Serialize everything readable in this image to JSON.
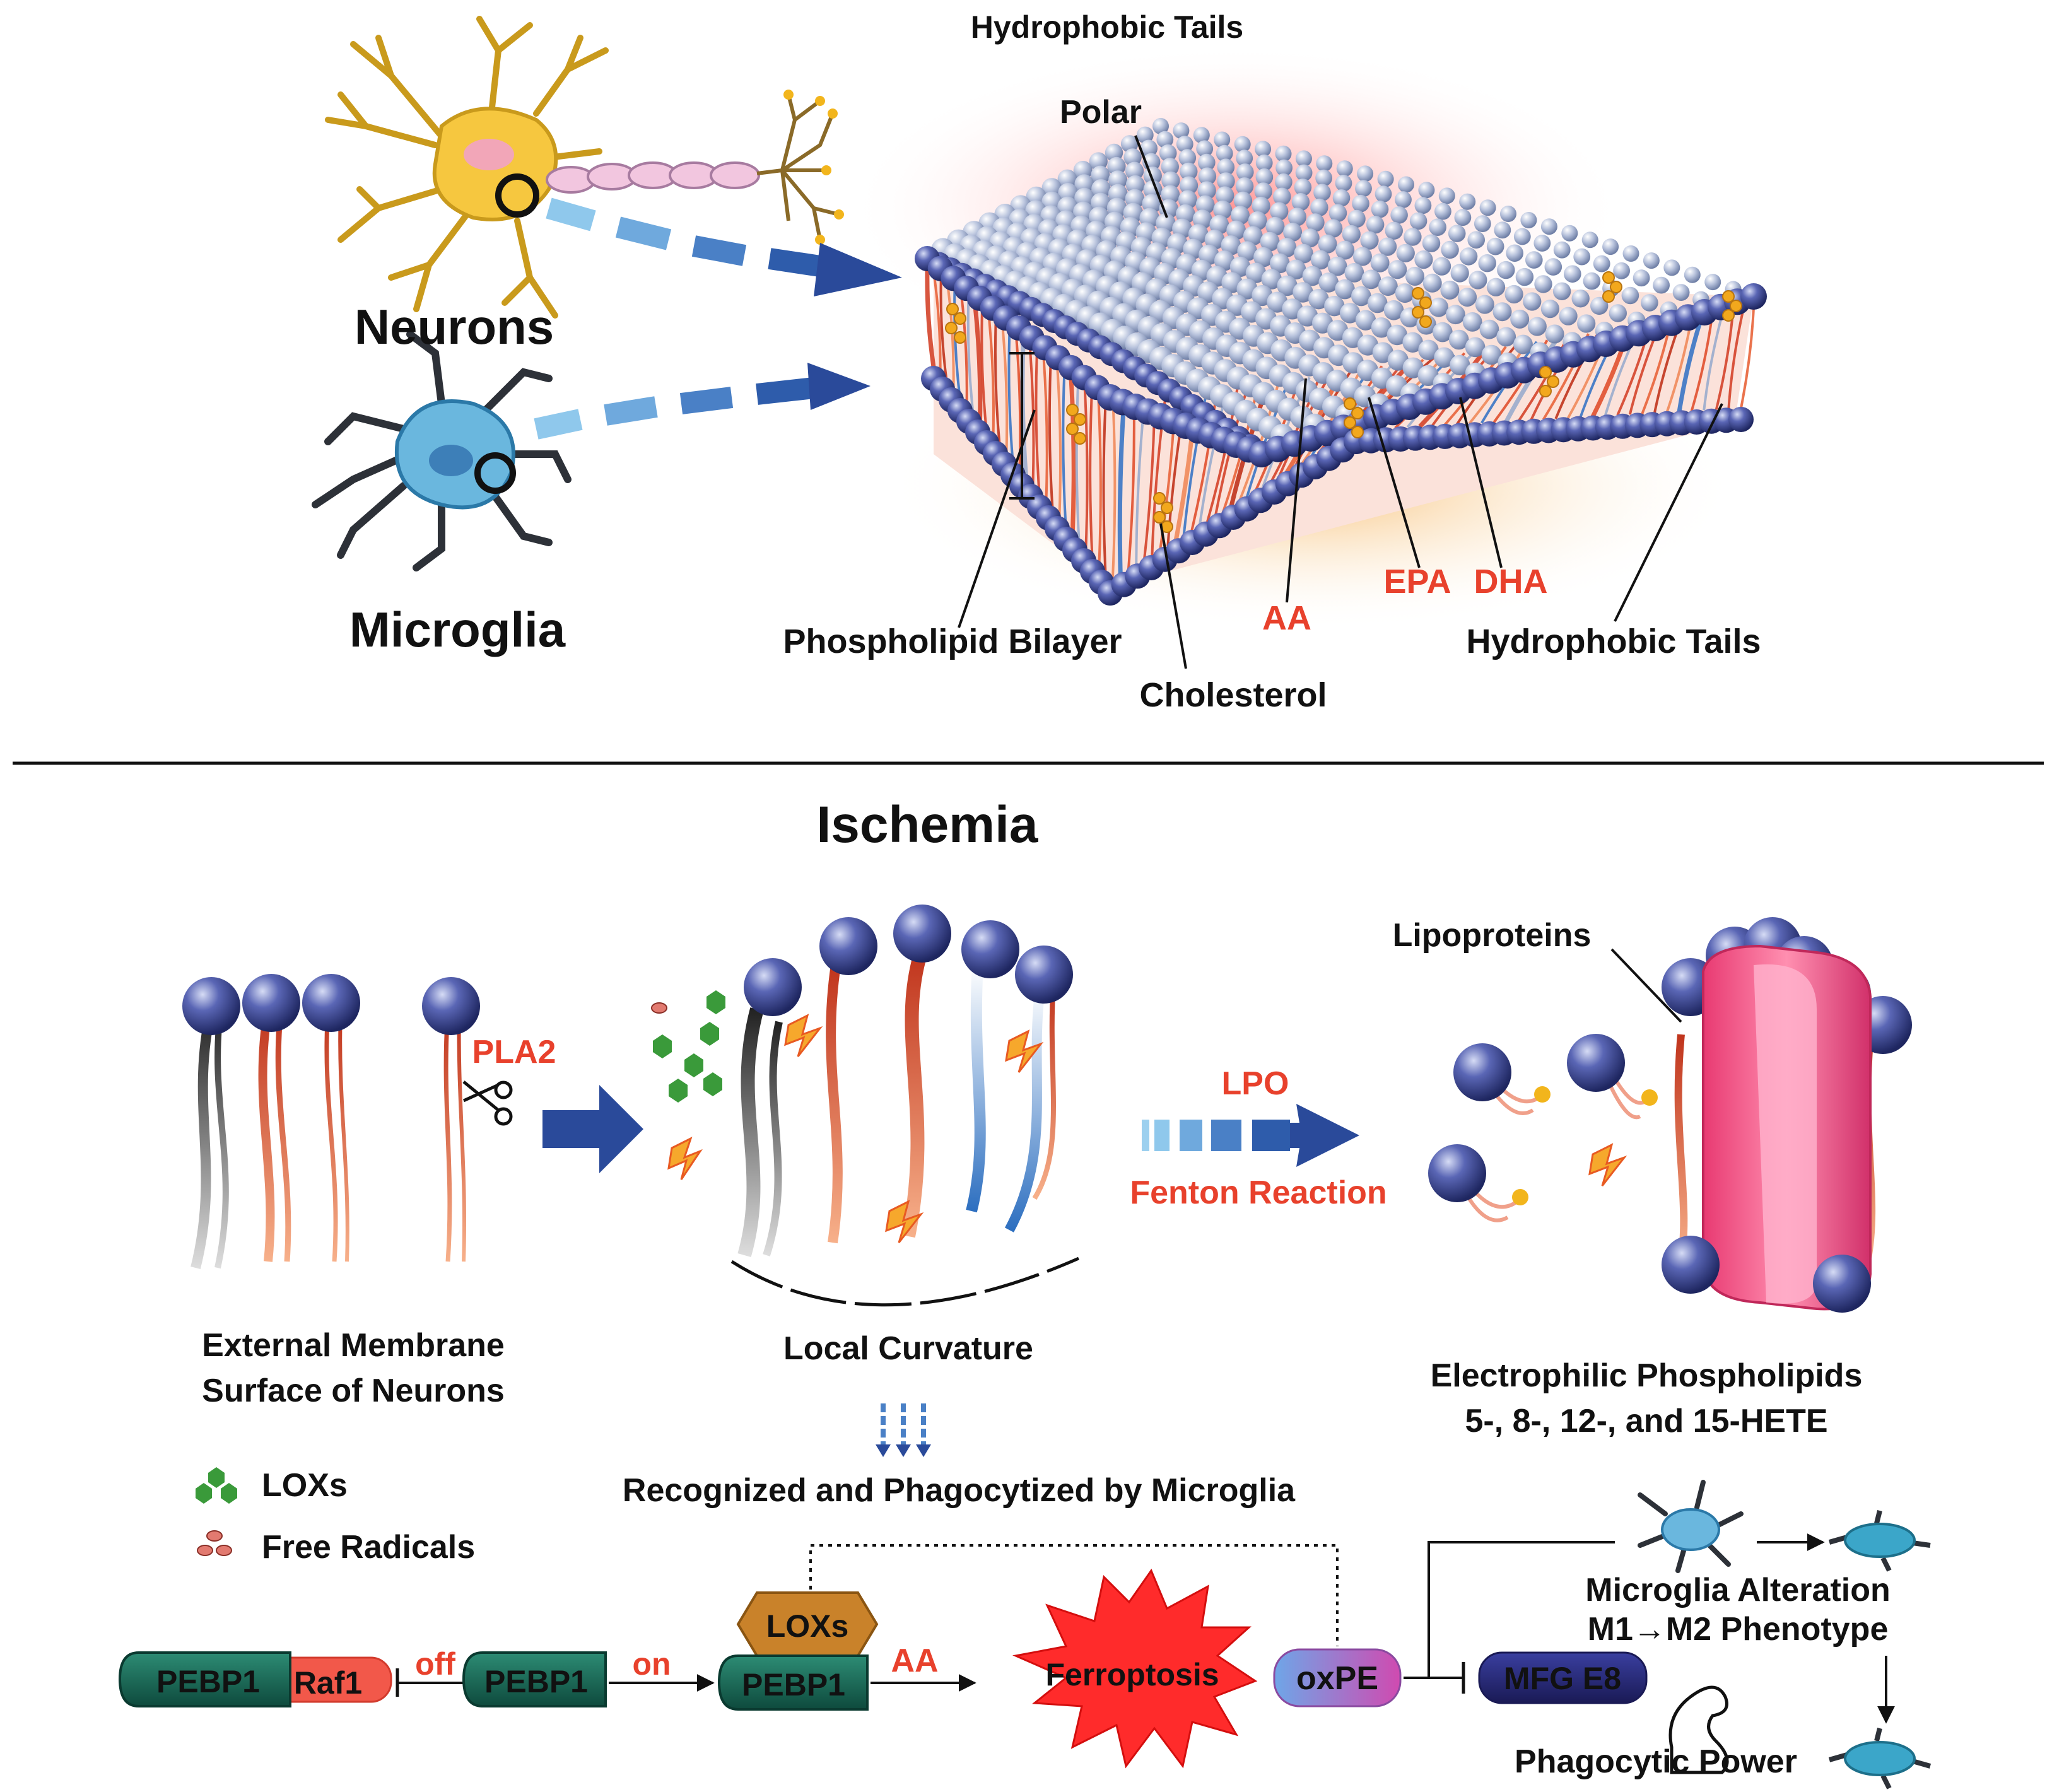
{
  "top": {
    "title_hydrophobic": "Hydrophobic Tails",
    "polar": "Polar",
    "neurons": "Neurons",
    "microglia": "Microglia",
    "phospholipid_bilayer": "Phospholipid Bilayer",
    "cholesterol": "Cholesterol",
    "aa": "AA",
    "epa": "EPA",
    "dha": "DHA",
    "hydrophobic_tails": "Hydrophobic Tails"
  },
  "bottom": {
    "ischemia": "Ischemia",
    "pla2": "PLA2",
    "lpo": "LPO",
    "fenton": "Fenton Reaction",
    "lipoproteins": "Lipoproteins",
    "external_1": "External Membrane",
    "external_2": "Surface of Neurons",
    "local_curvature": "Local Curvature",
    "electrophilic_1": "Electrophilic Phospholipids",
    "electrophilic_2": "5-, 8-, 12-, and 15-HETE",
    "legend_loxs": "LOXs",
    "legend_radicals": "Free Radicals",
    "recognized": "Recognized and Phagocytized by Microglia"
  },
  "pathway": {
    "pebp1": "PEBP1",
    "raf1": "Raf1",
    "off": "off",
    "on": "on",
    "loxs": "LOXs",
    "aa": "AA",
    "ferroptosis": "Ferroptosis",
    "oxpe": "oxPE",
    "mfge8": "MFG E8",
    "alteration_1": "Microglia Alteration",
    "alteration_2": "M1→M2 Phenotype",
    "phagocytic": "Phagocytic Power"
  },
  "colors": {
    "accent_red": "#e8412c",
    "arrow_blue": "#2a4a9a",
    "bead_blue": "#3a4796",
    "pebp1_green": "#1c6b5a",
    "loxs_orange": "#c9822a",
    "ferroptosis_red": "#ff2b2b"
  }
}
